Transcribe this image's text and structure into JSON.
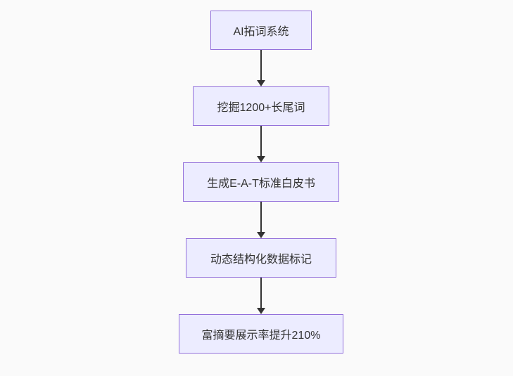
{
  "flow": {
    "type": "flowchart-top-down",
    "nodes": [
      {
        "label": "AI拓词系统"
      },
      {
        "label": "挖掘1200+长尾词"
      },
      {
        "label": "生成E-A-T标准白皮书"
      },
      {
        "label": "动态结构化数据标记"
      },
      {
        "label": "富摘要展示率提升210%"
      }
    ],
    "colors": {
      "background": "#fafafa",
      "node_fill": "#ececff",
      "node_border": "#9370db",
      "arrow": "#333333",
      "text": "#333333"
    }
  }
}
